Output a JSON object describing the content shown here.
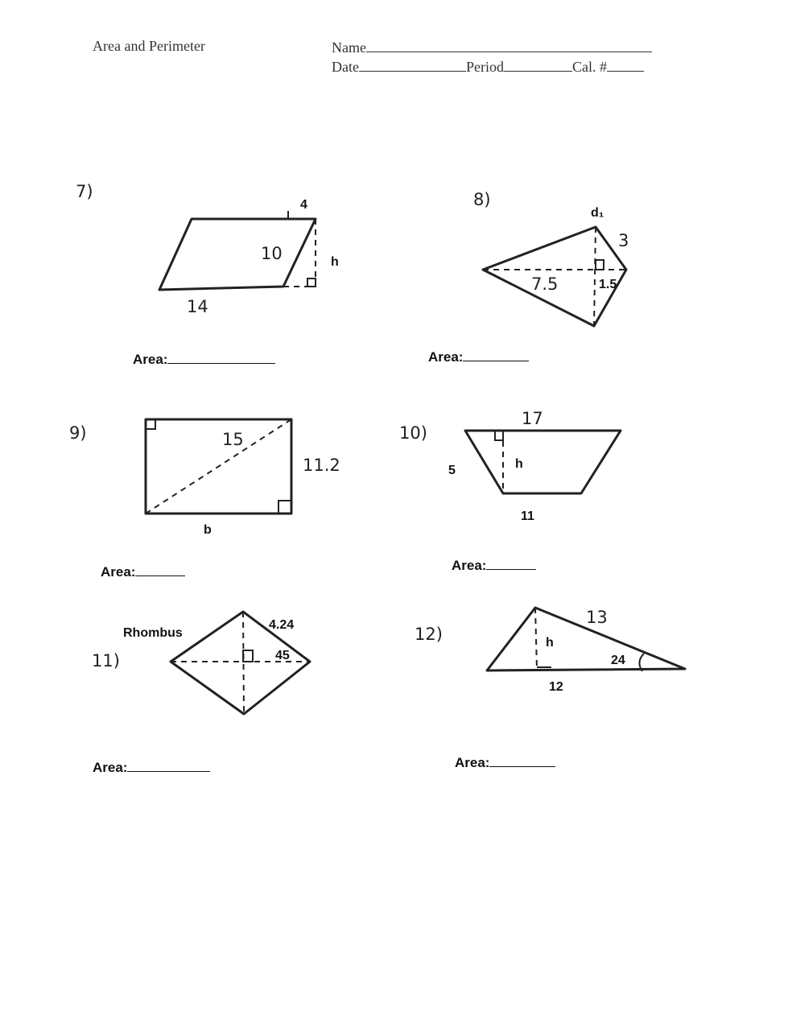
{
  "header": {
    "title": "Area and Perimeter",
    "name_label": "Name",
    "date_label": "Date",
    "period_label": "Period",
    "cal_label": "Cal. #"
  },
  "problems": [
    {
      "number": "7)",
      "labels": {
        "top": "4",
        "side": "10",
        "height": "h",
        "base": "14"
      },
      "area_label": "Area:"
    },
    {
      "number": "8)",
      "labels": {
        "diagonal": "d₁",
        "side": "3",
        "left": "7.5",
        "right": "1.5"
      },
      "area_label": "Area:"
    },
    {
      "number": "9)",
      "labels": {
        "diagonal": "15",
        "side": "11.2",
        "base": "b"
      },
      "area_label": "Area:"
    },
    {
      "number": "10)",
      "labels": {
        "top": "17",
        "side": "5",
        "height": "h",
        "bottom": "11"
      },
      "area_label": "Area:"
    },
    {
      "number": "11)",
      "labels": {
        "shape": "Rhombus",
        "side": "4.24",
        "angle": "45"
      },
      "area_label": "Area:"
    },
    {
      "number": "12)",
      "labels": {
        "side": "13",
        "height": "h",
        "angle": "24",
        "base": "12"
      },
      "area_label": "Area:"
    }
  ]
}
